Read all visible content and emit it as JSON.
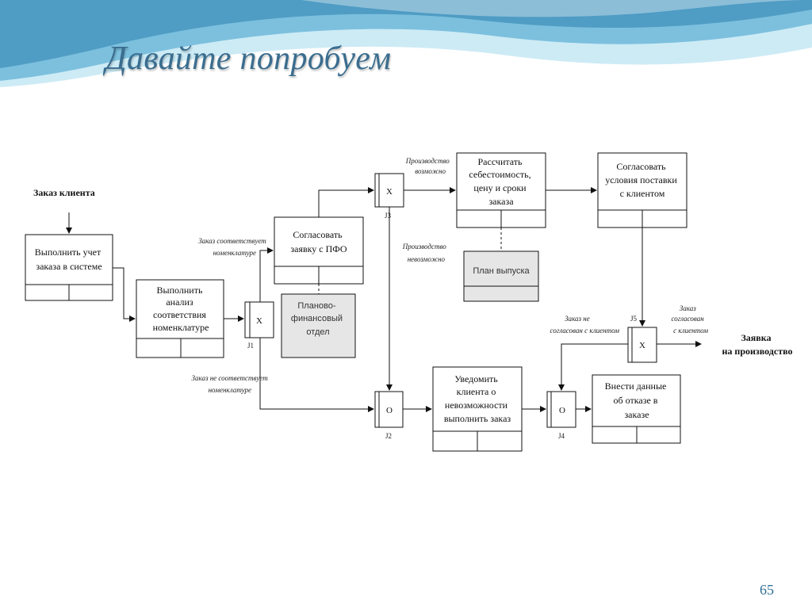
{
  "slide": {
    "title": "Давайте попробуем",
    "page_number": "65"
  },
  "input_label": "Заказ клиента",
  "output_label": [
    "Заявка",
    "на производство"
  ],
  "processes": {
    "p1": [
      "Выполнить учет",
      "заказа в системе"
    ],
    "p2": [
      "Выполнить",
      "анализ",
      "соответствия",
      "номенклатуре"
    ],
    "p3": [
      "Согласовать",
      "заявку с ПФО"
    ],
    "p4": [
      "Рассчитать",
      "себестоимость,",
      "цену и сроки",
      "заказа"
    ],
    "p5": [
      "Согласовать",
      "условия поставки",
      "с клиентом"
    ],
    "p6": [
      "Уведомить",
      "клиента о",
      "невозможности",
      "выполнить заказ"
    ],
    "p7": [
      "Внести данные",
      "об отказе в",
      "заказе"
    ]
  },
  "mechanisms": {
    "m1": [
      "Планово-",
      "финансовый",
      "отдел"
    ],
    "m2": [
      "План выпуска"
    ]
  },
  "junctions": {
    "j1": {
      "symbol": "X",
      "label": "J1"
    },
    "j2": {
      "symbol": "O",
      "label": "J2"
    },
    "j3": {
      "symbol": "X",
      "label": "J3"
    },
    "j4": {
      "symbol": "O",
      "label": "J4"
    },
    "j5": {
      "symbol": "X",
      "label": "J5"
    }
  },
  "branch_labels": {
    "matches": [
      "Заказ соответствует",
      "номенклатуре"
    ],
    "not_matches": [
      "Заказ не соответствует",
      "номенклатуре"
    ],
    "possible": [
      "Производство",
      "возможно"
    ],
    "impossible": [
      "Производство",
      "невозможно"
    ],
    "not_agreed": [
      "Заказ не",
      "согласован с клиентом"
    ],
    "agreed": [
      "Заказ",
      "согласован",
      "с клиентом"
    ]
  },
  "colors": {
    "title": "#3a6d8f",
    "wave_dark": "#4f9cc4",
    "wave_light": "#b9e2f0",
    "mechanism_fill": "#e6e6e6"
  }
}
